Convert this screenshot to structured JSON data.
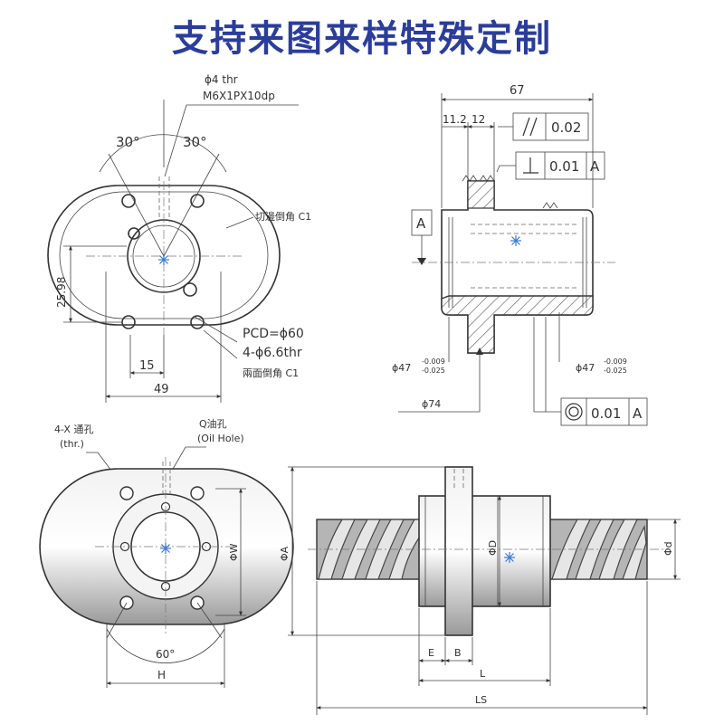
{
  "banner": {
    "title": "支持来图来样特殊定制",
    "color": "#2b3d9b"
  },
  "colors": {
    "line": "#333333",
    "hatch": "#555555",
    "shade_light": "#dddddd",
    "shade_dark": "#8a8a8a",
    "center_marker": "#3a7bd5"
  },
  "views": {
    "flange_front": {
      "angle_left": "30°",
      "angle_right": "30°",
      "hole_note_1": "ϕ4 thr",
      "hole_note_2": "M6X1PX10dp",
      "chamfer_note": "切邊倒角 C1",
      "dim_height": "25.98",
      "pcd": "PCD=ϕ60",
      "bolt_holes": "4-ϕ6.6thr",
      "both_chamfer": "兩面倒角 C1",
      "dim_15": "15",
      "dim_49": "49"
    },
    "nut_section": {
      "dim_total": "67",
      "dim_112": "11.2",
      "dim_12": "12",
      "parallel_tol": "0.02",
      "perp_tol": "0.01",
      "perp_datum": "A",
      "datum_a": "A",
      "dia_left": "ϕ47",
      "dia_left_upper": "-0.009",
      "dia_left_lower": "-0.025",
      "dia_right": "ϕ47",
      "dia_right_upper": "-0.009",
      "dia_right_lower": "-0.025",
      "dia_74": "ϕ74",
      "conc_tol": "0.01",
      "conc_datum": "A"
    },
    "flange_generic": {
      "thr_hole": "4-X 通孔",
      "thr_hole_en": "(thr.)",
      "oil_hole": "Q油孔",
      "oil_hole_en": "(Oil Hole)",
      "dia_w": "ΦW",
      "angle": "60°",
      "dim_h": "H"
    },
    "assembly": {
      "dia_a": "ΦA",
      "dia_d": "ΦD",
      "dia_d_small": "Φd",
      "dim_e": "E",
      "dim_b": "B",
      "dim_l": "L",
      "dim_ls": "LS"
    }
  }
}
